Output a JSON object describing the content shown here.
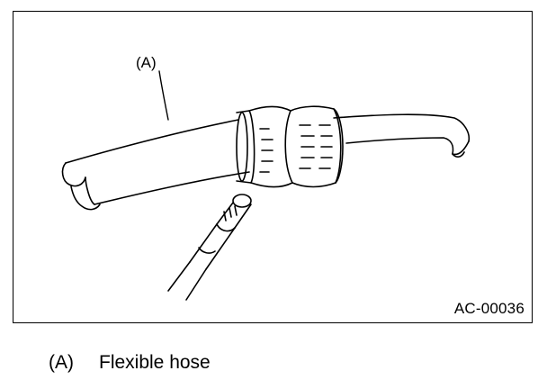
{
  "figure": {
    "code": "AC-00036",
    "callout_label": "(A)"
  },
  "legend": {
    "items": [
      {
        "key": "(A)",
        "text": "Flexible hose"
      }
    ]
  }
}
